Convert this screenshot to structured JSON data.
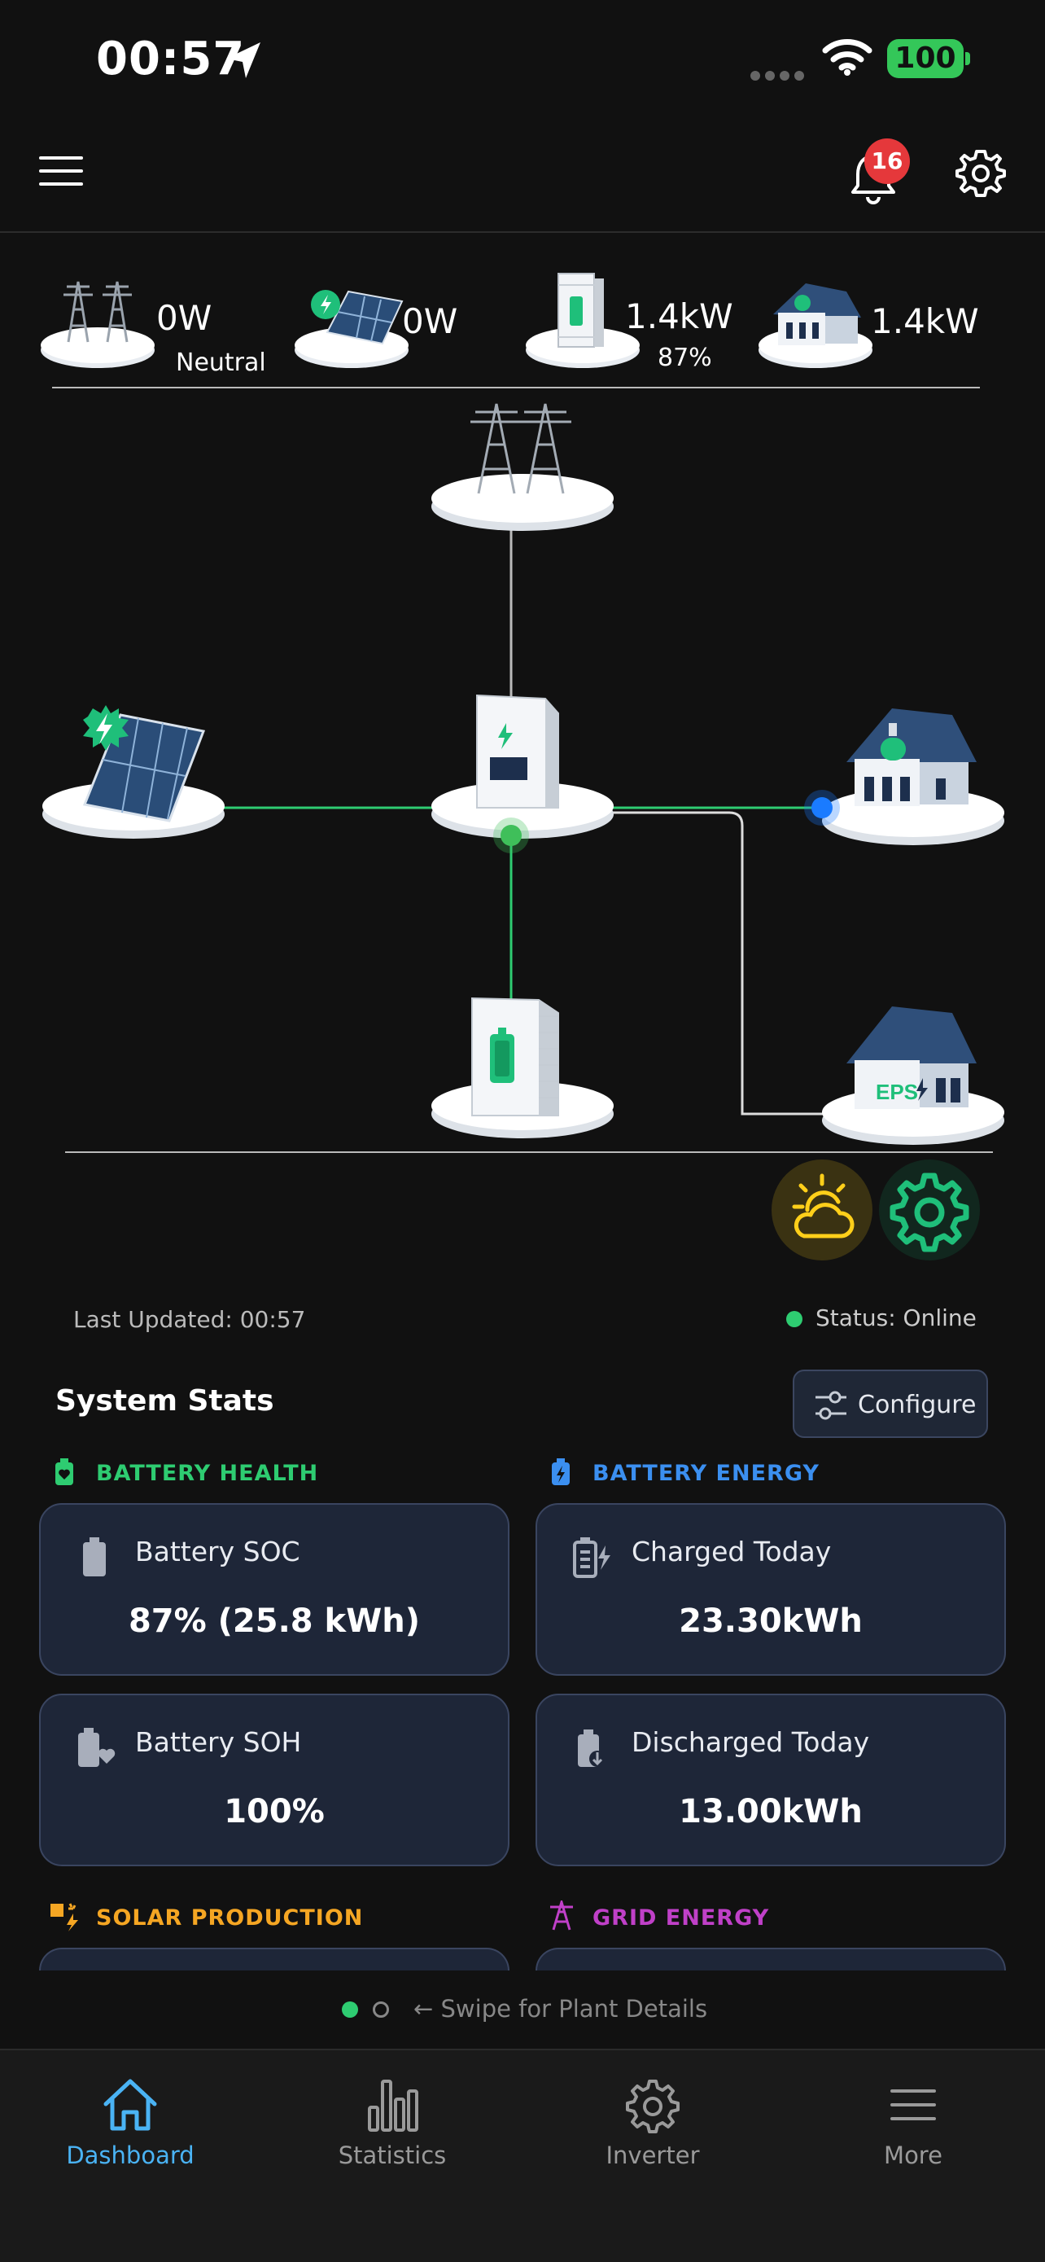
{
  "status_bar": {
    "time": "00:57",
    "battery": "100"
  },
  "header": {
    "notification_count": "16"
  },
  "summary": {
    "grid": {
      "value": "0W",
      "sub": "Neutral"
    },
    "solar": {
      "value": "0W"
    },
    "battery": {
      "value": "1.4kW",
      "sub": "87%"
    },
    "home": {
      "value": "1.4kW"
    }
  },
  "flow": {
    "nodes": [
      "grid",
      "solar",
      "inverter",
      "home",
      "battery",
      "eps"
    ],
    "eps_label": "EPS",
    "colors": {
      "active_line": "#2ecc71",
      "idle_line": "#bbbbbb",
      "home_dot": "#1a7bff",
      "battery_dot": "#3fbf5a"
    }
  },
  "actions": {
    "weather": "weather-icon",
    "settings": "settings-icon"
  },
  "meta": {
    "last_updated": "Last Updated: 00:57",
    "status": "Status: Online"
  },
  "system_stats": {
    "title": "System Stats",
    "configure": "Configure",
    "categories": {
      "battery_health": "BATTERY HEALTH",
      "battery_energy": "BATTERY ENERGY",
      "solar_production": "SOLAR PRODUCTION",
      "grid_energy": "GRID ENERGY"
    },
    "cards": {
      "soc": {
        "title": "Battery SOC",
        "value": "87% (25.8 kWh)"
      },
      "charged": {
        "title": "Charged Today",
        "value": "23.30kWh"
      },
      "soh": {
        "title": "Battery SOH",
        "value": "100%"
      },
      "discharged": {
        "title": "Discharged Today",
        "value": "13.00kWh"
      }
    }
  },
  "pager": {
    "hint": "← Swipe for Plant Details"
  },
  "tabs": [
    {
      "label": "Dashboard",
      "icon": "home-icon",
      "active": true
    },
    {
      "label": "Statistics",
      "icon": "bar-chart-icon",
      "active": false
    },
    {
      "label": "Inverter",
      "icon": "gear-icon",
      "active": false
    },
    {
      "label": "More",
      "icon": "menu-icon",
      "active": false
    }
  ]
}
